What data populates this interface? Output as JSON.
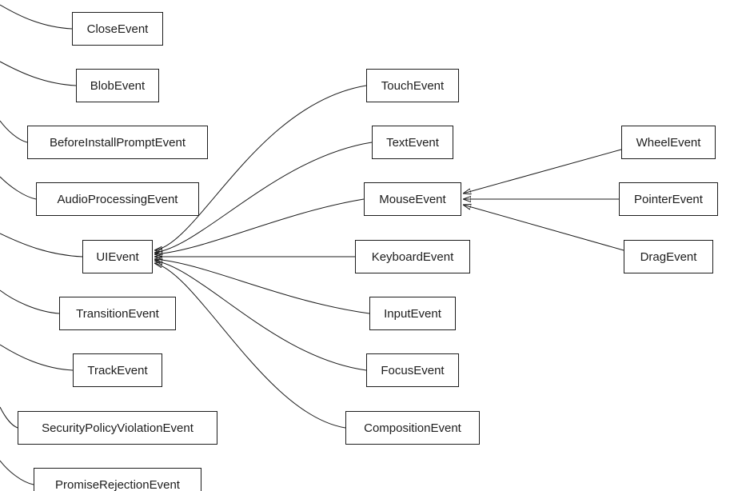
{
  "diagram": {
    "type": "inheritance-graph",
    "colors": {
      "background": "#ffffff",
      "node_border": "#1d1d1d",
      "node_fill": "#ffffff",
      "edge": "#1d1d1d",
      "text": "#1d1d1d"
    },
    "nodes": {
      "close_event": "CloseEvent",
      "blob_event": "BlobEvent",
      "before_install_prompt_event": "BeforeInstallPromptEvent",
      "audio_processing_event": "AudioProcessingEvent",
      "ui_event": "UIEvent",
      "transition_event": "TransitionEvent",
      "track_event": "TrackEvent",
      "security_policy_violation_event": "SecurityPolicyViolationEvent",
      "promise_rejection_event": "PromiseRejectionEvent",
      "touch_event": "TouchEvent",
      "text_event": "TextEvent",
      "mouse_event": "MouseEvent",
      "keyboard_event": "KeyboardEvent",
      "input_event": "InputEvent",
      "focus_event": "FocusEvent",
      "composition_event": "CompositionEvent",
      "wheel_event": "WheelEvent",
      "pointer_event": "PointerEvent",
      "drag_event": "DragEvent"
    },
    "edges": [
      {
        "from": "TouchEvent",
        "to": "UIEvent"
      },
      {
        "from": "TextEvent",
        "to": "UIEvent"
      },
      {
        "from": "MouseEvent",
        "to": "UIEvent"
      },
      {
        "from": "KeyboardEvent",
        "to": "UIEvent"
      },
      {
        "from": "InputEvent",
        "to": "UIEvent"
      },
      {
        "from": "FocusEvent",
        "to": "UIEvent"
      },
      {
        "from": "CompositionEvent",
        "to": "UIEvent"
      },
      {
        "from": "WheelEvent",
        "to": "MouseEvent"
      },
      {
        "from": "PointerEvent",
        "to": "MouseEvent"
      },
      {
        "from": "DragEvent",
        "to": "MouseEvent"
      }
    ],
    "edges_exiting_left_from": [
      "CloseEvent",
      "BlobEvent",
      "BeforeInstallPromptEvent",
      "AudioProcessingEvent",
      "UIEvent",
      "TransitionEvent",
      "TrackEvent",
      "SecurityPolicyViolationEvent",
      "PromiseRejectionEvent"
    ]
  }
}
